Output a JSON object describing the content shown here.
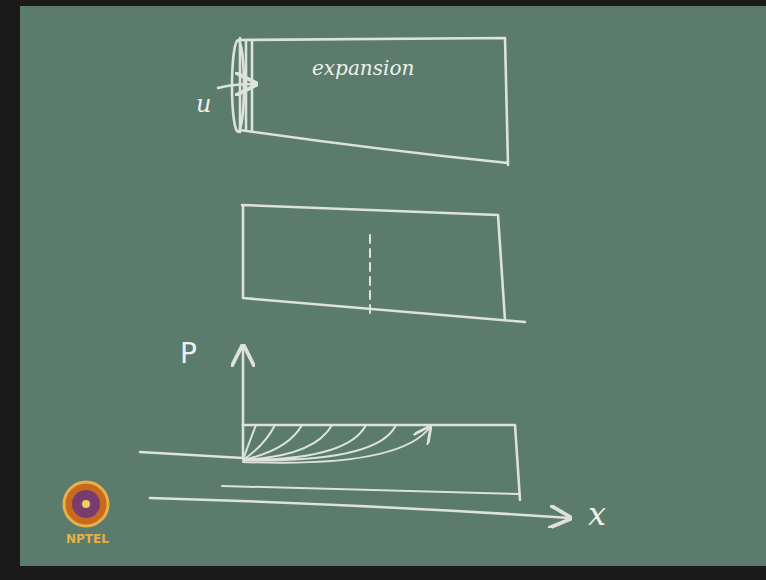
{
  "diagram": {
    "labels": [
      "expansion",
      "u",
      "P",
      "x",
      "NPTEL"
    ]
  }
}
